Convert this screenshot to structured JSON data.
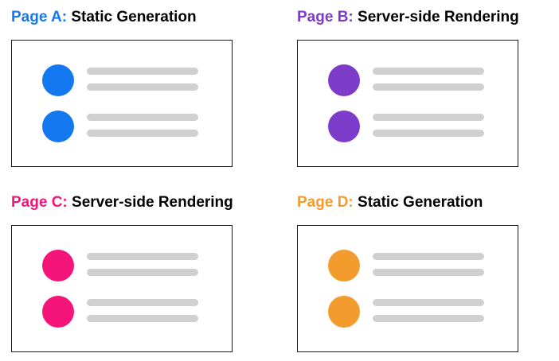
{
  "panels": [
    {
      "prefix": "Page A:",
      "title": "Static Generation",
      "color": "#1479f0",
      "items": [
        {
          "type": "list-item"
        },
        {
          "type": "list-item"
        }
      ]
    },
    {
      "prefix": "Page B:",
      "title": "Server-side Rendering",
      "color": "#7d3bc9",
      "items": [
        {
          "type": "list-item"
        },
        {
          "type": "list-item"
        }
      ]
    },
    {
      "prefix": "Page C:",
      "title": "Server-side Rendering",
      "color": "#f5157a",
      "items": [
        {
          "type": "list-item"
        },
        {
          "type": "list-item"
        }
      ]
    },
    {
      "prefix": "Page D:",
      "title": "Static Generation",
      "color": "#f39c2e",
      "items": [
        {
          "type": "list-item"
        },
        {
          "type": "list-item"
        }
      ]
    }
  ],
  "colors": {
    "placeholder_line": "#d0d0d0",
    "card_border": "#1a1a1a",
    "heading_text": "#000000"
  }
}
